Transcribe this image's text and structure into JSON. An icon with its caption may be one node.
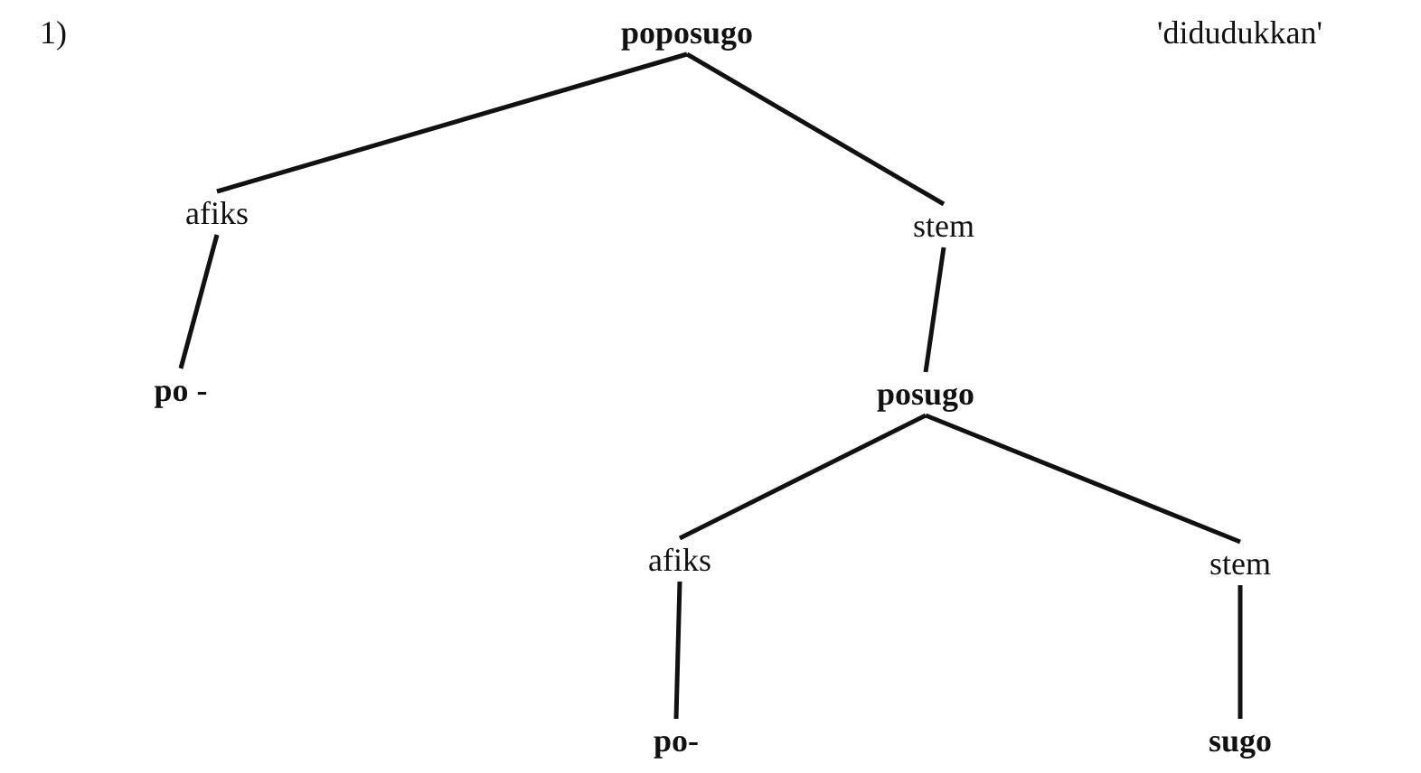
{
  "diagram": {
    "nodes": [
      {
        "text": [
          "poposugo"
        ]
      },
      {
        "text": [
          "afiks"
        ]
      },
      {
        "text": [
          "stem"
        ]
      },
      {
        "text": [
          "po -"
        ]
      },
      {
        "text": [
          "posugo"
        ]
      },
      {
        "text": [
          "afiks"
        ]
      },
      {
        "text": [
          "stem"
        ]
      },
      {
        "text": [
          "po-"
        ]
      },
      {
        "text": [
          "sugo"
        ]
      }
    ],
    "edges": [
      {
        "from": 0,
        "to": 1,
        "arrow": "none"
      },
      {
        "from": 0,
        "to": 2,
        "arrow": "none"
      },
      {
        "from": 1,
        "to": 3,
        "arrow": "none"
      },
      {
        "from": 2,
        "to": 4,
        "arrow": "none"
      },
      {
        "from": 4,
        "to": 5,
        "arrow": "none"
      },
      {
        "from": 4,
        "to": 6,
        "arrow": "none"
      },
      {
        "from": 5,
        "to": 7,
        "arrow": "none"
      },
      {
        "from": 6,
        "to": 8,
        "arrow": "none"
      }
    ],
    "labels": [
      "1)",
      "'didudukkan'"
    ]
  }
}
